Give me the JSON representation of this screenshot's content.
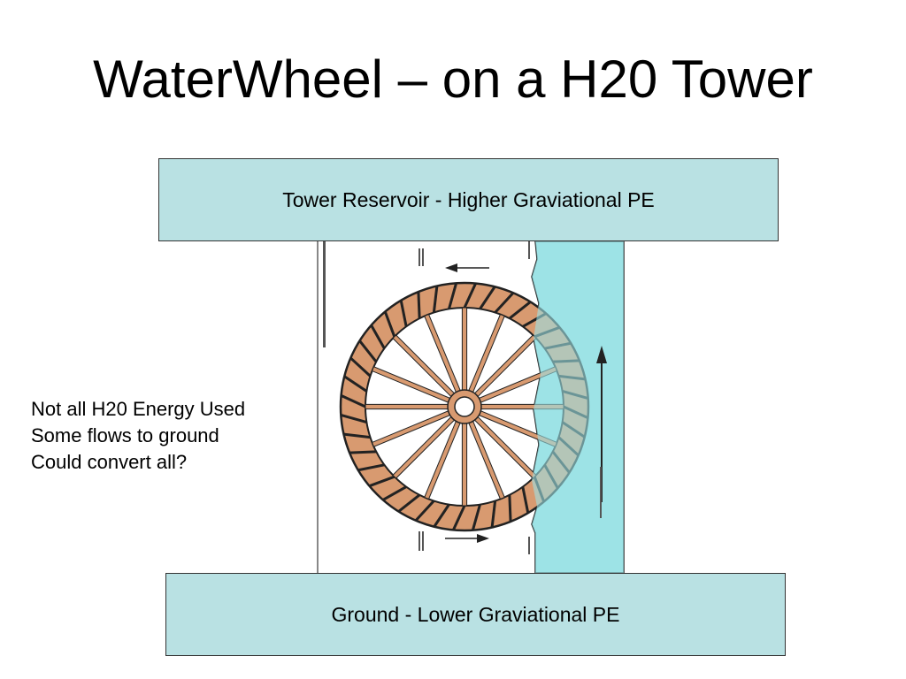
{
  "slide": {
    "title": "WaterWheel – on a H20 Tower"
  },
  "reservoir": {
    "label": "Tower Reservoir - Higher Graviational PE"
  },
  "ground": {
    "label": "Ground - Lower Graviational PE"
  },
  "notes": [
    "Not all H20 Energy Used",
    "Some flows to ground",
    "Could convert all?"
  ],
  "colors": {
    "box_fill": "#b9e1e3",
    "water": "#9de3e6",
    "wheel": "#d89a70",
    "outline": "#222222"
  },
  "wheel": {
    "spoke_count": 16,
    "bucket_count": 40
  }
}
